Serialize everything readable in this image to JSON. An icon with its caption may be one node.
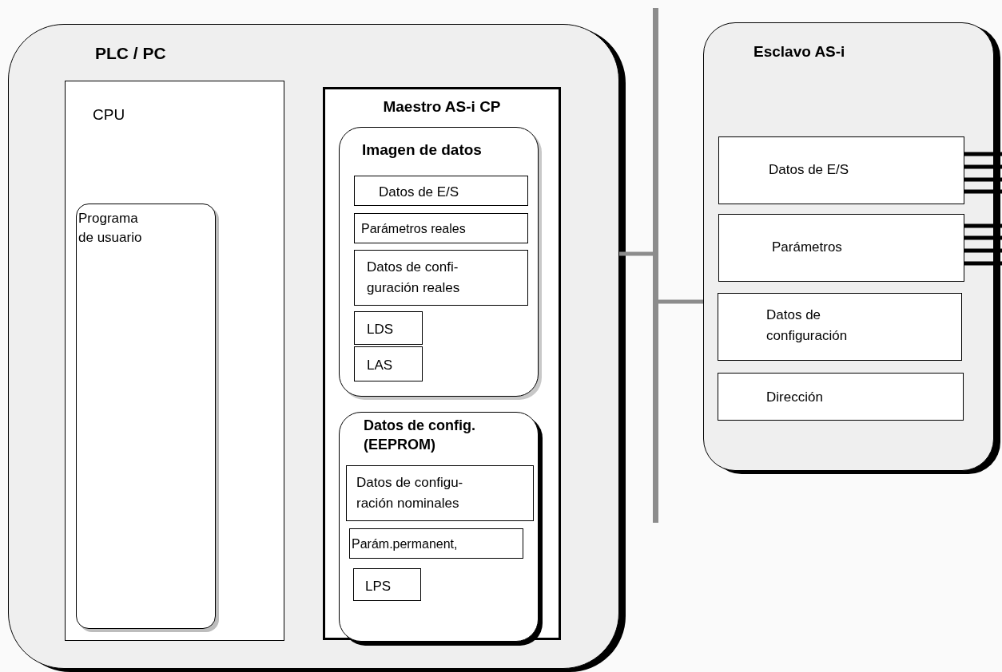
{
  "diagram": {
    "nodes": [
      {
        "text": [
          "PLC / PC"
        ]
      },
      {
        "text": [
          "CPU"
        ],
        "in": 0
      },
      {
        "text": [
          "Programa de usuario"
        ],
        "in": 1
      },
      {
        "text": [
          "Maestro AS-i CP"
        ],
        "in": 0
      },
      {
        "text": [
          "Imagen de datos"
        ],
        "in": 3
      },
      {
        "text": [
          "Datos de E/S"
        ],
        "in": 4
      },
      {
        "text": [
          "Parámetros reales"
        ],
        "in": 4
      },
      {
        "text": [
          "Datos de confi- guración reales"
        ],
        "in": 4
      },
      {
        "text": [
          "LDS"
        ],
        "in": 4
      },
      {
        "text": [
          "LAS"
        ],
        "in": 4
      },
      {
        "text": [
          "Datos de config. (EEPROM)"
        ],
        "in": 3
      },
      {
        "text": [
          "Datos de configu- ración nominales"
        ],
        "in": 10
      },
      {
        "text": [
          "Parám.permanent,"
        ],
        "in": 10
      },
      {
        "text": [
          "LPS"
        ],
        "in": 10
      },
      {
        "text": [],
        "shape": "bar"
      },
      {
        "text": [
          "Esclavo AS-i"
        ]
      },
      {
        "text": [
          "Datos de E/S"
        ],
        "in": 15
      },
      {
        "text": [
          "Parámetros"
        ],
        "in": 15
      },
      {
        "text": [
          "Datos de configuración"
        ],
        "in": 15
      },
      {
        "text": [
          "Dirección"
        ],
        "in": 15
      }
    ],
    "edges": [
      {
        "from": 0,
        "to": 14,
        "arrow": "none",
        "color": "#8c8c8c"
      },
      {
        "from": 14,
        "to": 15,
        "arrow": "none",
        "color": "#8c8c8c"
      },
      {
        "from": 16,
        "to": null,
        "arrow": "none"
      },
      {
        "from": 16,
        "to": null,
        "arrow": "none"
      },
      {
        "from": 16,
        "to": null,
        "arrow": "none"
      },
      {
        "from": 16,
        "to": null,
        "arrow": "none"
      },
      {
        "from": 17,
        "to": null,
        "arrow": "none"
      },
      {
        "from": 17,
        "to": null,
        "arrow": "none"
      },
      {
        "from": 17,
        "to": null,
        "arrow": "none"
      },
      {
        "from": 17,
        "to": null,
        "arrow": "none"
      }
    ]
  }
}
